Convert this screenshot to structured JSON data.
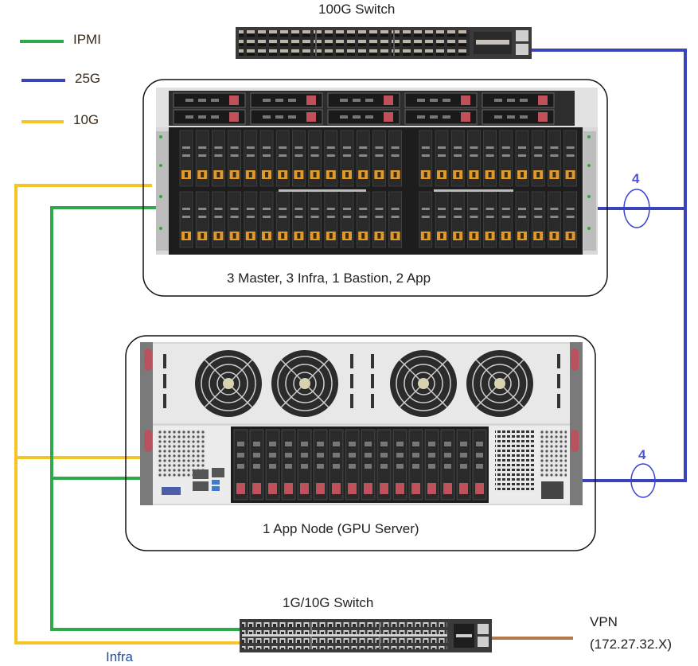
{
  "legend": [
    {
      "label": "IPMI",
      "color": "#2eaa4a"
    },
    {
      "label": "25G",
      "color": "#3a44b8"
    },
    {
      "label": "10G",
      "color": "#f4c527"
    }
  ],
  "switch_100g": {
    "label": "100G Switch"
  },
  "server_cluster": {
    "label": "3 Master, 3 Infra, 1 Bastion, 2 App",
    "link_count": "4"
  },
  "gpu_server": {
    "label": "1 App Node (GPU Server)",
    "link_count": "4"
  },
  "switch_1g10g": {
    "label": "1G/10G Switch"
  },
  "infra_label": "Infra",
  "vpn": {
    "label": "VPN",
    "subnet": "(172.27.32.X)",
    "color": "#b07a4e"
  }
}
